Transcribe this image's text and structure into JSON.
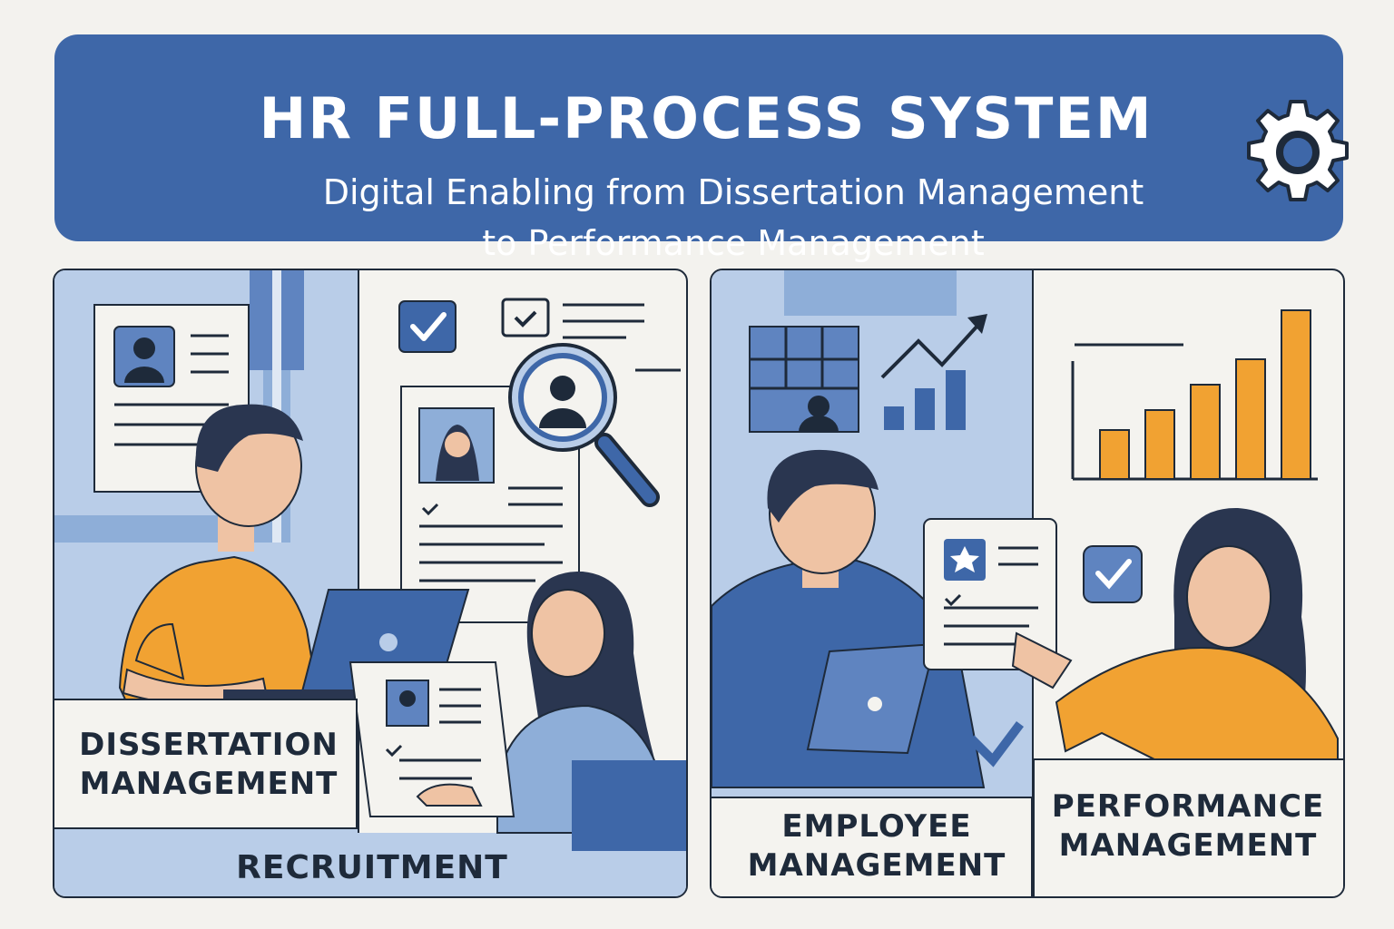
{
  "banner": {
    "title": "HR FULL-PROCESS SYSTEM",
    "subtitle_line1": "Digital Enabling from Dissertation Management",
    "subtitle_line2": "to Performance Management"
  },
  "panels": {
    "dissertation": {
      "line1": "DISSERTATION",
      "line2": "MANAGEMENT"
    },
    "recruitment": {
      "label": "RECRUITMENT"
    },
    "employee": {
      "line1": "EMPLOYEE",
      "line2": "MANAGEMENT"
    },
    "performance": {
      "line1": "PERFORMANCE",
      "line2": "MANAGEMENT"
    }
  },
  "icons": [
    "gear-icon",
    "checkbox-icon",
    "magnifier-icon",
    "profile-icon",
    "growth-arrow-icon",
    "bar-chart-icon",
    "star-badge-icon"
  ],
  "colors": {
    "brand_blue": "#3e67a8",
    "light_blue": "#b9cde8",
    "accent_orange": "#f1a232",
    "ink": "#1e2a3a",
    "paper": "#f4f3ef"
  }
}
